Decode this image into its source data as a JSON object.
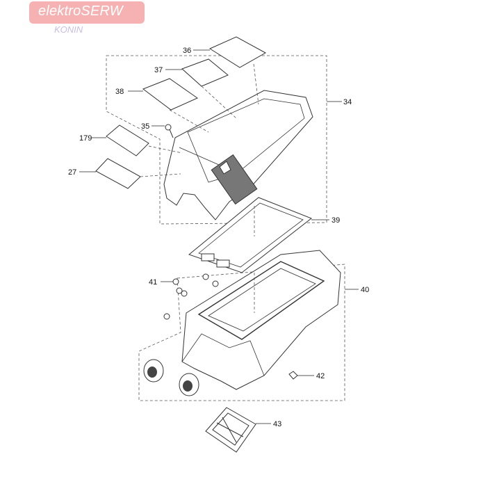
{
  "logo": {
    "brand": "elektroSERW",
    "city": "KONIN",
    "color": "#f6b2b2"
  },
  "callouts": {
    "c36": "36",
    "c37": "37",
    "c38": "38",
    "c34": "34",
    "c35": "35",
    "c179": "179",
    "c27": "27",
    "c39": "39",
    "c41": "41",
    "c40": "40",
    "c42": "42",
    "c43": "43"
  }
}
